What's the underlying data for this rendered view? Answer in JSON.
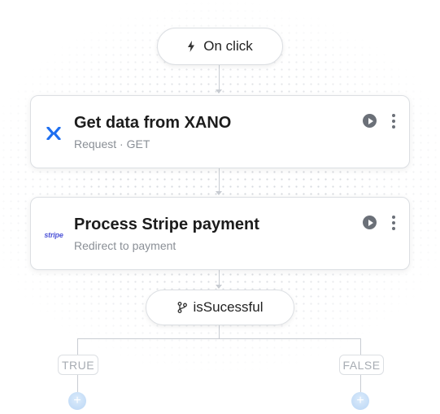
{
  "trigger": {
    "label": "On click",
    "icon": "lightning-bolt-icon"
  },
  "steps": [
    {
      "title": "Get data from XANO",
      "subtitle": "Request · GET",
      "icon": "xano-logo-icon"
    },
    {
      "title": "Process Stripe payment",
      "subtitle": "Redirect to payment",
      "icon": "stripe-logo-icon",
      "logo_text": "stripe"
    }
  ],
  "condition": {
    "label": "isSucessful",
    "icon": "branch-icon"
  },
  "branches": {
    "true_label": "TRUE",
    "false_label": "FALSE"
  },
  "add_symbol": "+",
  "colors": {
    "xano_blue": "#1e6ff0",
    "stripe_purple": "#4f55d8",
    "add_button": "#b9d6f5",
    "connector": "#c8ccd2"
  }
}
